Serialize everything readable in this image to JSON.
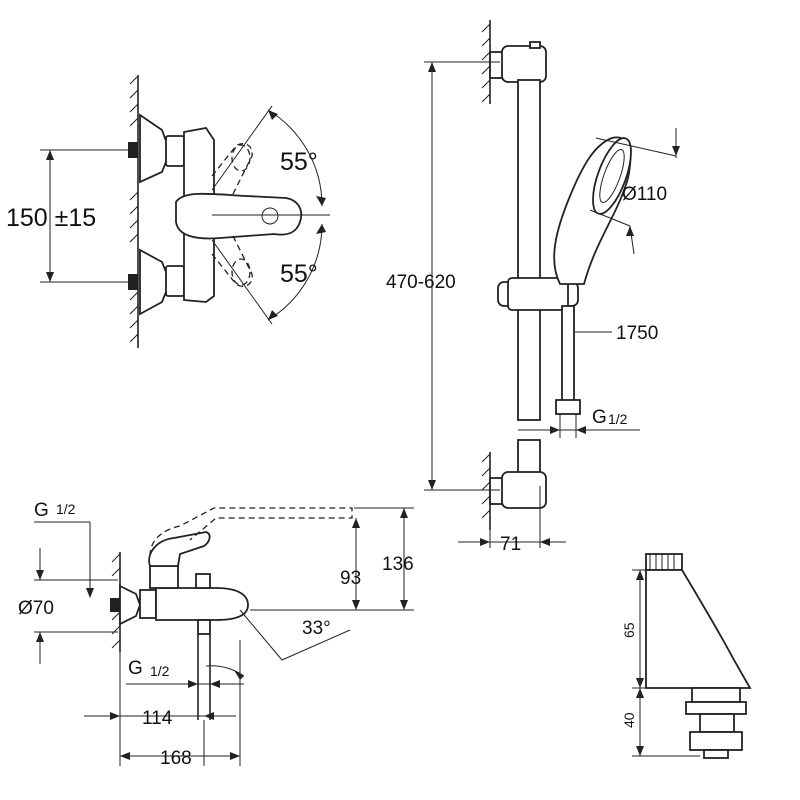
{
  "mixer_view": {
    "height_dim": "150 ±15",
    "angle_top": "55°",
    "angle_bottom": "55°"
  },
  "shower_view": {
    "rail_height": "470-620",
    "head_diameter": "Ø110",
    "hose_length": "1750",
    "hose_thread": "G",
    "hose_thread_frac": "1/2",
    "rail_projection": "71"
  },
  "bath_view": {
    "inlet_thread": "G",
    "inlet_thread_frac": "1/2",
    "rosette_diameter": "Ø70",
    "height_93": "93",
    "height_136": "136",
    "spout_angle": "33°",
    "outlet_thread": "G",
    "outlet_thread_frac": "1/2",
    "depth_114": "114",
    "depth_168": "168"
  },
  "connector_view": {
    "height_65": "65",
    "height_40": "40"
  }
}
